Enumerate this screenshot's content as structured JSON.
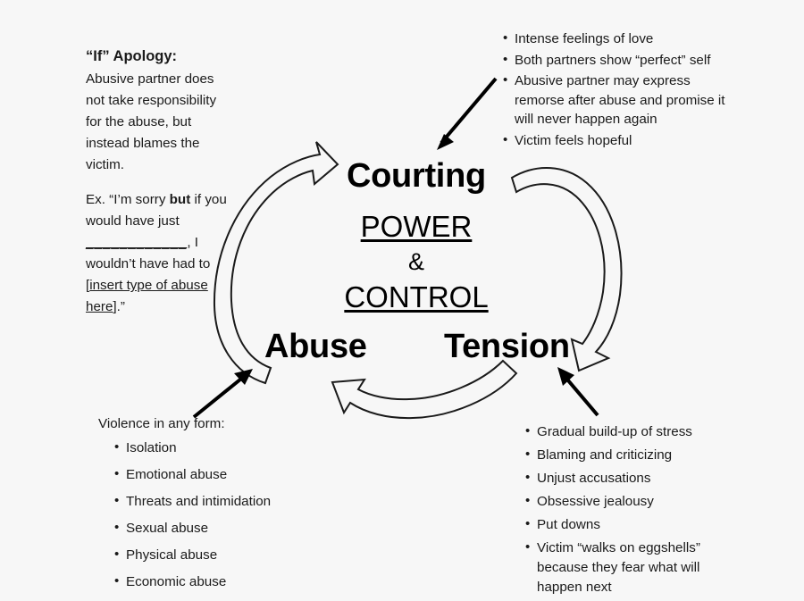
{
  "background_color": "#f7f7f7",
  "ink_color": "#000000",
  "diagram": {
    "title_center": {
      "line1": "POWER",
      "line2": "&",
      "line3": "CONTROL"
    },
    "stages": {
      "courting": "Courting",
      "abuse": "Abuse",
      "tension": "Tension"
    }
  },
  "panels": {
    "apology": {
      "heading": "“If” Apology:",
      "body": "Abusive partner does not take responsibility for the abuse, but instead blames the victim.",
      "example_prefix": "Ex. “I’m sorry ",
      "example_bold": "but",
      "example_mid": " if you would have just ",
      "example_blank": "____________",
      "example_after_blank": ", I wouldn’t have had to [",
      "example_underlined": "insert type of abuse here",
      "example_end": "].”"
    },
    "courting": {
      "items": [
        "Intense feelings of love",
        "Both partners show “perfect” self",
        "Abusive partner may express remorse after abuse and promise it will never happen again",
        "Victim feels hopeful"
      ]
    },
    "tension": {
      "items": [
        "Gradual build-up of stress",
        "Blaming and criticizing",
        "Unjust accusations",
        "Obsessive jealousy",
        "Put downs",
        "Victim “walks on eggshells” because they fear what will happen next"
      ]
    },
    "abuse": {
      "lead": "Violence in any form:",
      "items": [
        "Isolation",
        "Emotional abuse",
        "Threats and intimidation",
        "Sexual abuse",
        "Physical abuse",
        "Economic abuse"
      ]
    }
  },
  "arrows": {
    "cycle_left": "abuse-to-courting",
    "cycle_right": "courting-to-tension",
    "cycle_bottom": "tension-to-abuse",
    "pointer_courting": "courting-callout-pointer",
    "pointer_tension": "tension-callout-pointer",
    "pointer_abuse": "abuse-callout-pointer"
  }
}
